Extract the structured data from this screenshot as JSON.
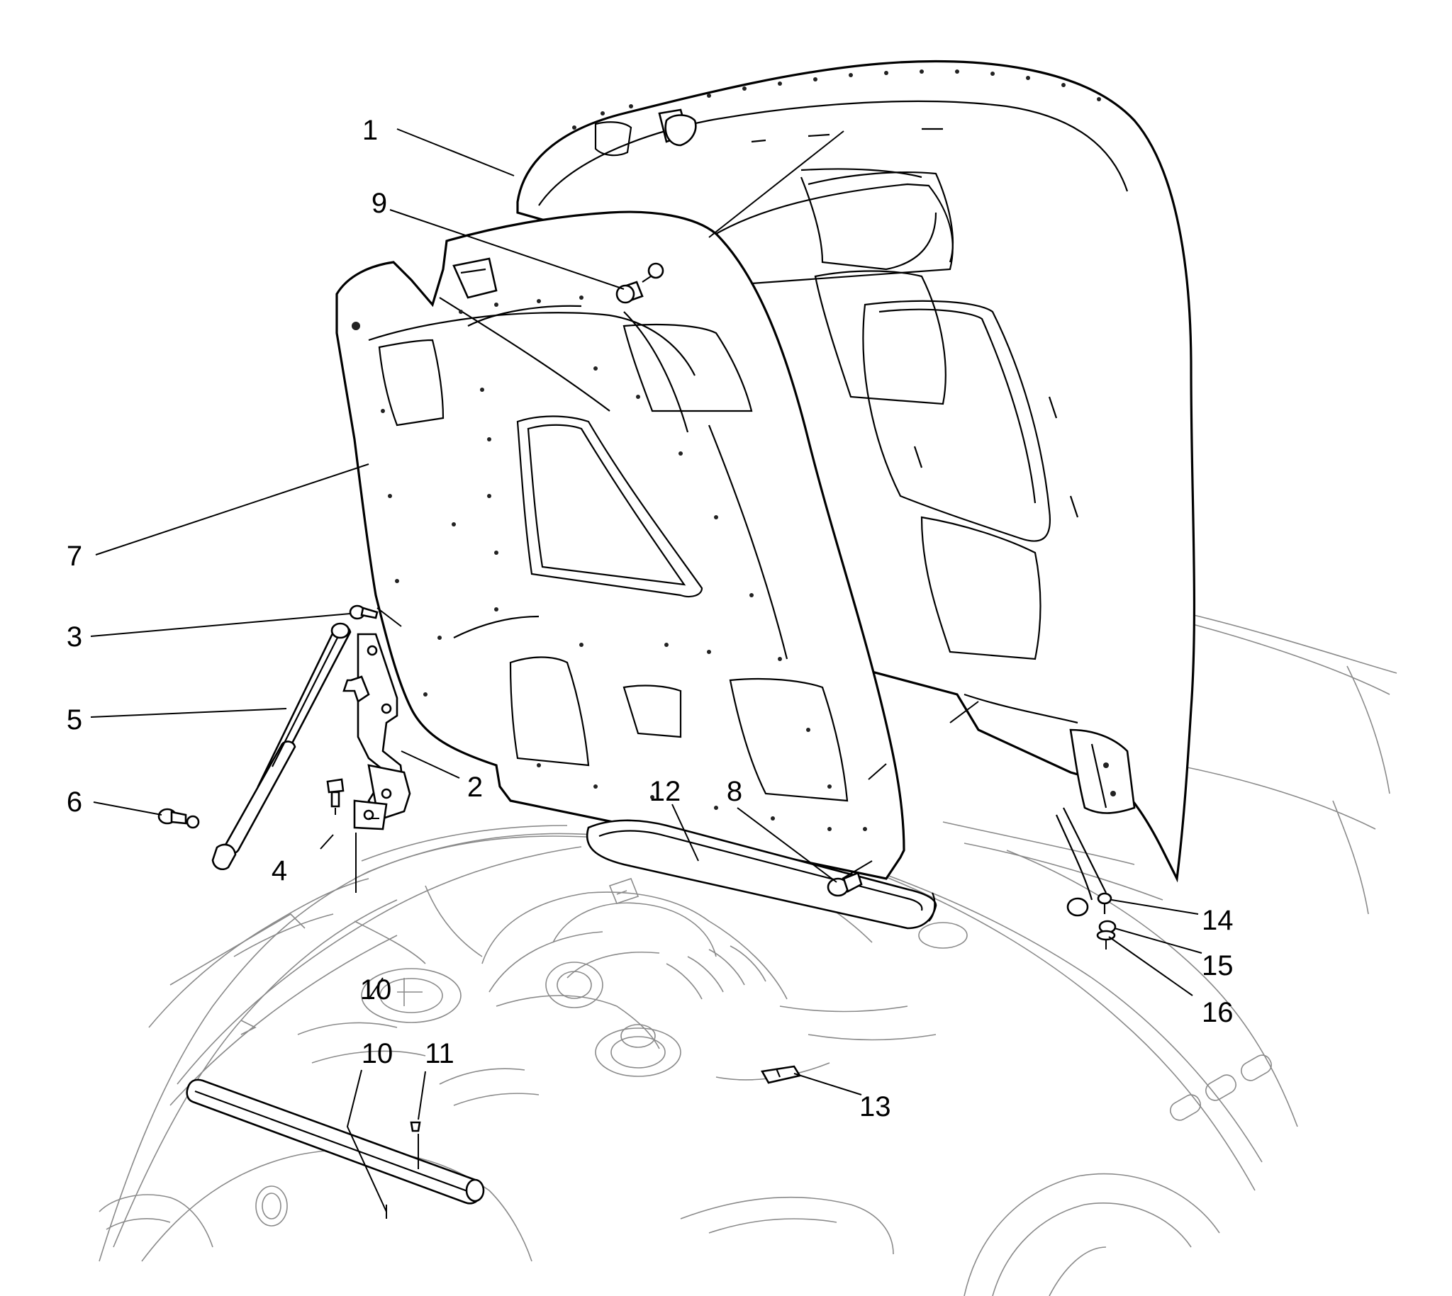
{
  "diagram": {
    "callouts": [
      {
        "id": "1",
        "text": "1"
      },
      {
        "id": "2",
        "text": "2"
      },
      {
        "id": "3",
        "text": "3"
      },
      {
        "id": "4",
        "text": "4"
      },
      {
        "id": "5",
        "text": "5"
      },
      {
        "id": "6",
        "text": "6"
      },
      {
        "id": "7",
        "text": "7"
      },
      {
        "id": "8",
        "text": "8"
      },
      {
        "id": "9",
        "text": "9"
      },
      {
        "id": "10a",
        "text": "10"
      },
      {
        "id": "10b",
        "text": "10"
      },
      {
        "id": "11",
        "text": "11"
      },
      {
        "id": "12",
        "text": "12"
      },
      {
        "id": "13",
        "text": "13"
      },
      {
        "id": "14",
        "text": "14"
      },
      {
        "id": "15",
        "text": "15"
      },
      {
        "id": "16",
        "text": "16"
      }
    ],
    "colors": {
      "ink": "#000000",
      "fine_line": "#8a8a8a",
      "background": "#ffffff"
    }
  }
}
